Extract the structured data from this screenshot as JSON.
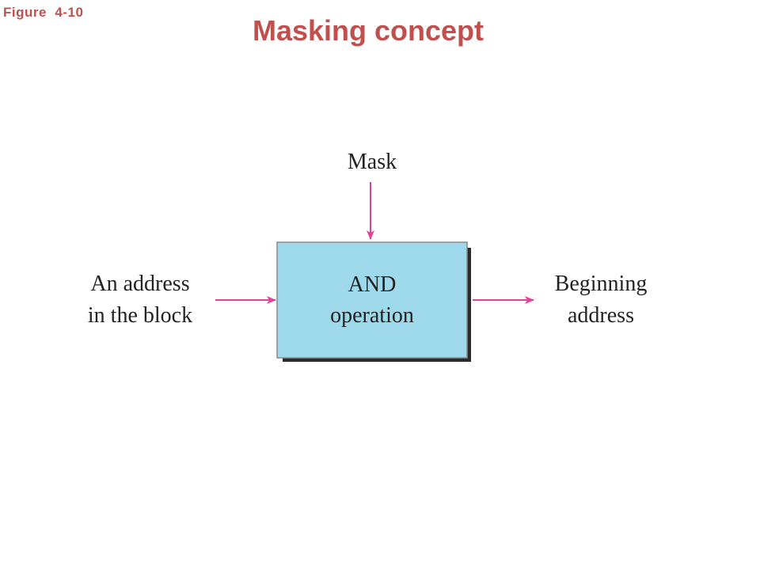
{
  "figure_label": "Figure  4-10",
  "title": "Masking concept",
  "diagram": {
    "mask_label": "Mask",
    "box_line1": "AND",
    "box_line2": "operation",
    "input_line1": "An address",
    "input_line2": "in the block",
    "output_line1": "Beginning",
    "output_line2": "address",
    "colors": {
      "title": "#c0504d",
      "box_fill": "#9dd9ea",
      "arrow": "#e83f96",
      "shadow": "#2b2b2b"
    }
  }
}
